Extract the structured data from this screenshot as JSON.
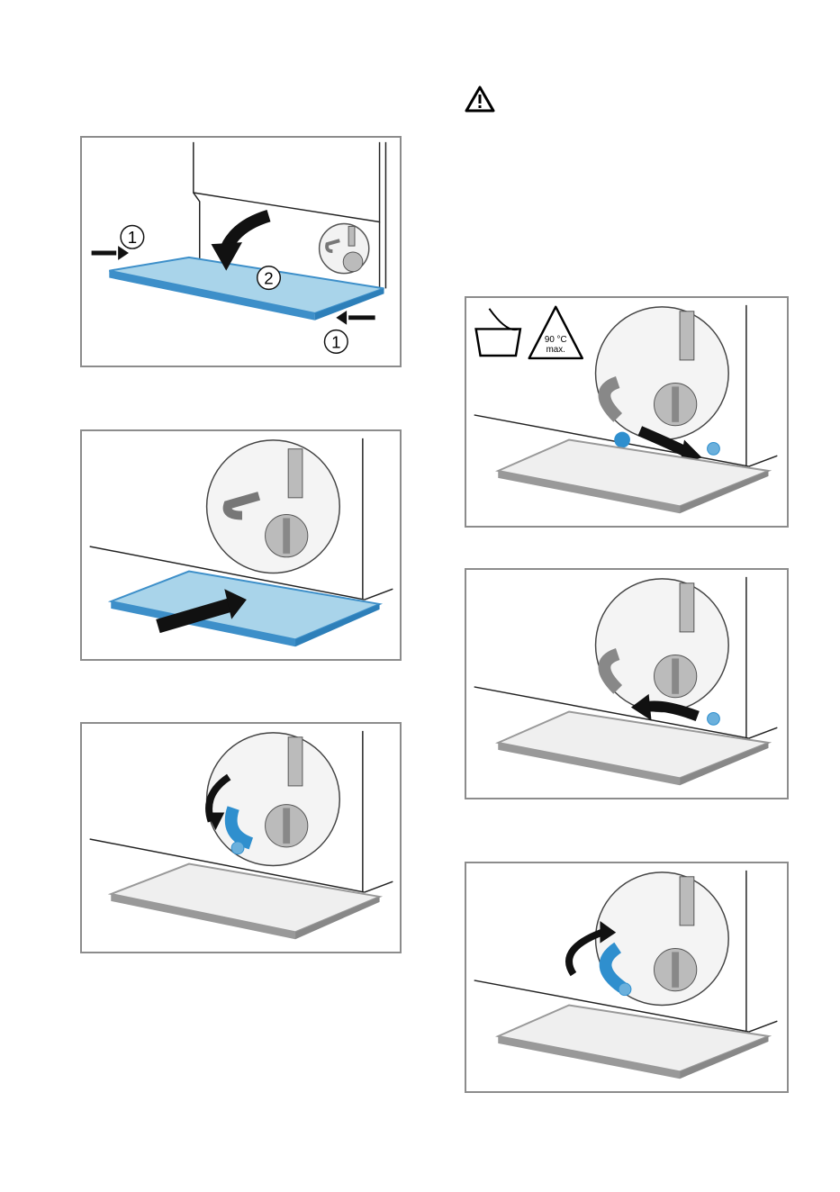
{
  "warning": {
    "icon": "warning-triangle-icon"
  },
  "panels": {
    "remove_tray": {
      "callout_1a": "1",
      "callout_2": "2",
      "callout_1b": "1"
    },
    "temp_sign": {
      "line1": "90 °C",
      "line2": "max."
    }
  },
  "colors": {
    "tray_blue": "#a9d4ea",
    "tray_edge": "#3d8fc9",
    "arrow": "#1e1e1e",
    "water": "#2f8fce",
    "grey_metal": "#9a9a9a"
  }
}
